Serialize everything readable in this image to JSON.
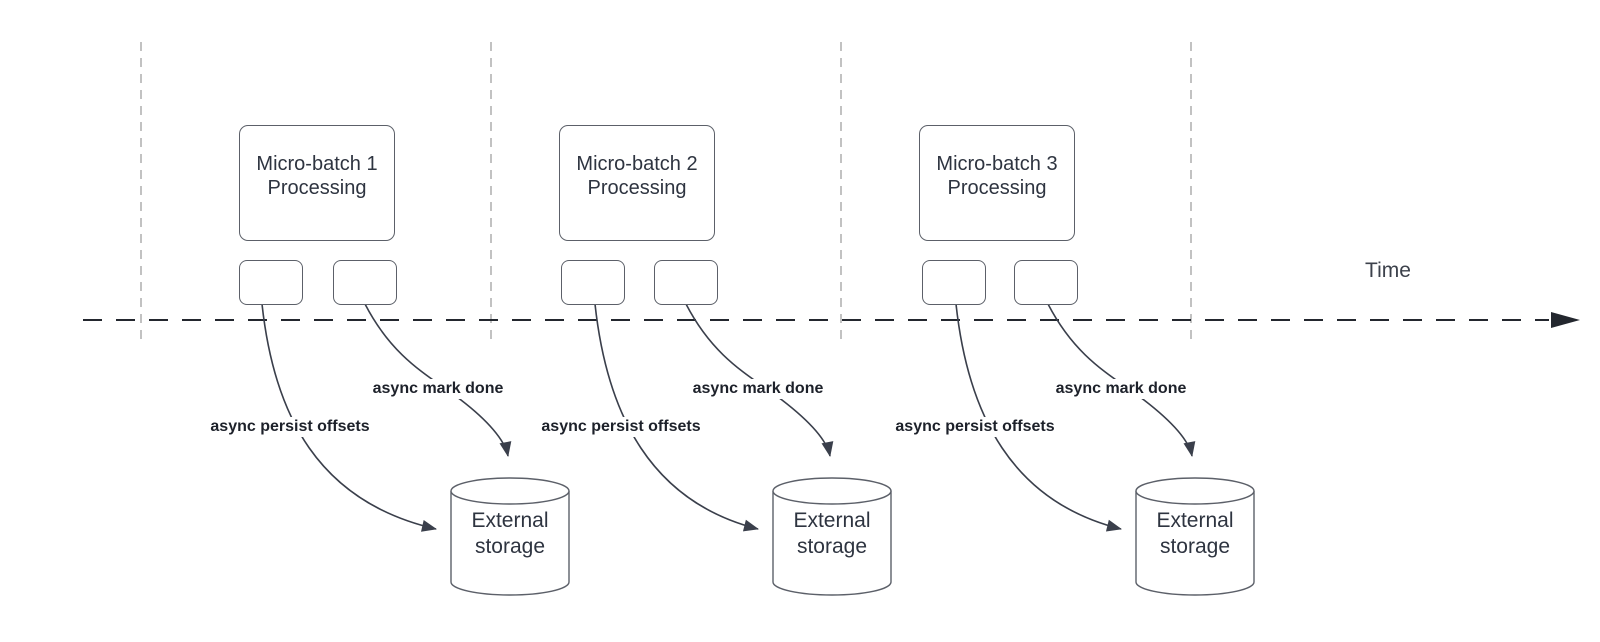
{
  "diagram": {
    "time_label": "Time",
    "groups": [
      {
        "box_line1": "Micro-batch 1",
        "box_line2": "Processing",
        "persist_label": "async persist offsets",
        "mark_done_label": "async mark done",
        "storage_line1": "External",
        "storage_line2": "storage"
      },
      {
        "box_line1": "Micro-batch 2",
        "box_line2": "Processing",
        "persist_label": "async persist offsets",
        "mark_done_label": "async mark done",
        "storage_line1": "External",
        "storage_line2": "storage"
      },
      {
        "box_line1": "Micro-batch 3",
        "box_line2": "Processing",
        "persist_label": "async persist offsets",
        "mark_done_label": "async mark done",
        "storage_line1": "External",
        "storage_line2": "storage"
      }
    ],
    "colors": {
      "box_border": "#5c6069",
      "box_text": "#2e3440",
      "label_text": "#1d212a",
      "axis": "#23272e",
      "guide_line": "#aeaeae",
      "curve": "#3a3f4b"
    }
  }
}
